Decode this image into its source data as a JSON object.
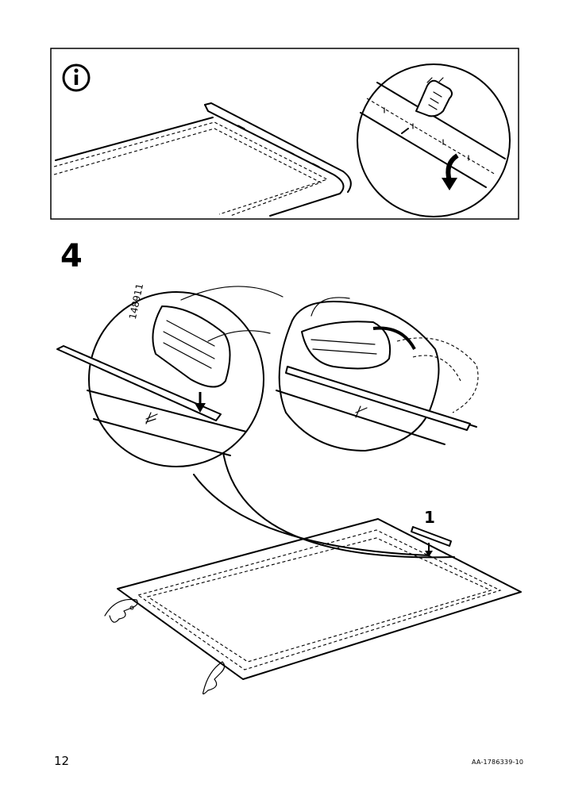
{
  "step": {
    "number": "4"
  },
  "callout": {
    "label": "1"
  },
  "tool": {
    "part_code": "148911"
  },
  "info_box": {
    "icon": "info-icon",
    "turn_arrow_icon": "curved-arrow-icon",
    "pointing_hand_icon": "pointing-hand-icon"
  },
  "footer": {
    "page_number": "12",
    "document_code": "AA-1786339-10"
  }
}
